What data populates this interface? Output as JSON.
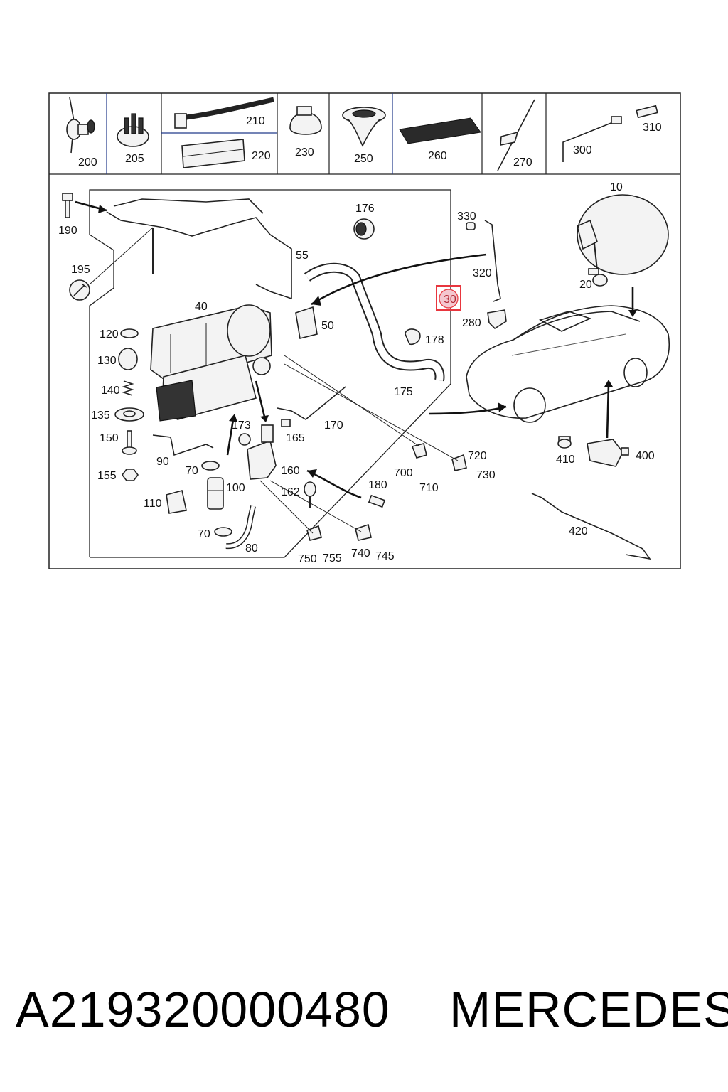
{
  "diagram": {
    "highlight_color": "#e8363e",
    "highlighted_callout": "30",
    "top_row_callouts": [
      "200",
      "205",
      "210",
      "220",
      "230",
      "250",
      "260",
      "270",
      "300",
      "310"
    ],
    "callouts": {
      "c10": "10",
      "c20": "20",
      "c30": "30",
      "c40": "40",
      "c50": "50",
      "c55": "55",
      "c70a": "70",
      "c70b": "70",
      "c80": "80",
      "c90": "90",
      "c100": "100",
      "c110": "110",
      "c120": "120",
      "c130": "130",
      "c135": "135",
      "c140": "140",
      "c150": "150",
      "c155": "155",
      "c160": "160",
      "c162": "162",
      "c165": "165",
      "c170": "170",
      "c173": "173",
      "c175": "175",
      "c176": "176",
      "c178": "178",
      "c180": "180",
      "c190": "190",
      "c195": "195",
      "c200": "200",
      "c205": "205",
      "c210": "210",
      "c220": "220",
      "c230": "230",
      "c250": "250",
      "c260": "260",
      "c270": "270",
      "c280": "280",
      "c300": "300",
      "c310": "310",
      "c320": "320",
      "c330": "330",
      "c400": "400",
      "c410": "410",
      "c420": "420",
      "c700": "700",
      "c710": "710",
      "c720": "720",
      "c730": "730",
      "c740": "740",
      "c745": "745",
      "c750": "750",
      "c755": "755"
    }
  },
  "footer": {
    "part_number": "A219320000480",
    "brand": "MERCEDES"
  }
}
